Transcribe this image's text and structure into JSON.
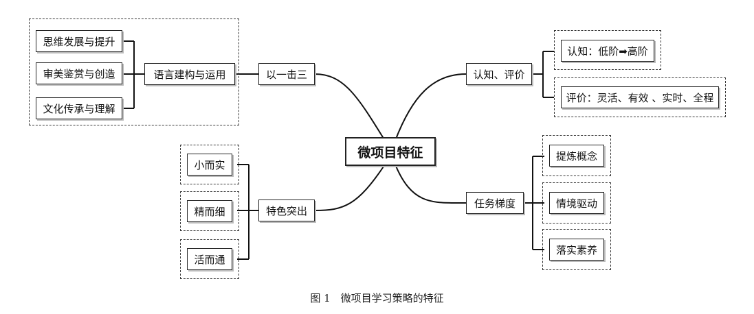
{
  "center": "微项目特征",
  "branches": {
    "top_left": {
      "label": "以一击三",
      "sub": "语言建构与运用",
      "leaves": [
        "思维发展与提升",
        "审美鉴赏与创造",
        "文化传承与理解"
      ]
    },
    "bottom_left": {
      "label": "特色突出",
      "leaves": [
        "小而实",
        "精而细",
        "活而通"
      ]
    },
    "top_right": {
      "label": "认知、评价",
      "leaves": [
        "认知：低阶➡高阶",
        "评价：灵活、有效 、实时、全程"
      ]
    },
    "bottom_right": {
      "label": "任务梯度",
      "leaves": [
        "提炼概念",
        "情境驱动",
        "落实素养"
      ]
    }
  },
  "caption": "图 1　微项目学习策略的特征"
}
